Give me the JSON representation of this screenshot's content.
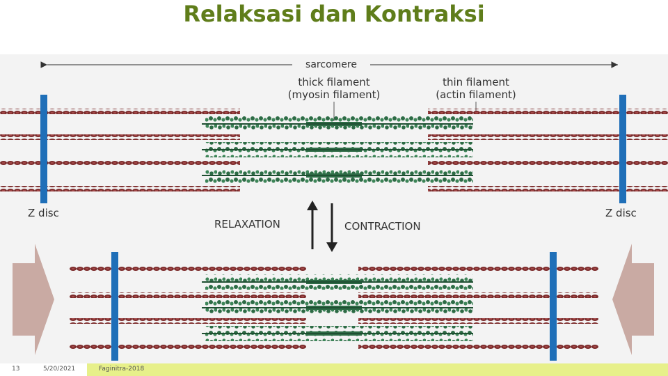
{
  "slide": {
    "title": "Relaksasi dan Kontraksi"
  },
  "diagram": {
    "sarcomere_label": "sarcomere",
    "thick_filament_line1": "thick filament",
    "thick_filament_line2": "(myosin filament)",
    "thin_filament_line1": "thin filament",
    "thin_filament_line2": "(actin filament)",
    "z_disc_left": "Z disc",
    "z_disc_right": "Z disc",
    "relaxation_label": "RELAXATION",
    "contraction_label": "CONTRACTION",
    "colors": {
      "actin": "#7a2a2a",
      "myosin": "#2d6b45",
      "z_disc": "#1f6fb8",
      "push_arrow": "#c9aaa3"
    }
  },
  "footer": {
    "slide_number": "13",
    "date": "5/20/2021",
    "author": "Faginitra-2018"
  }
}
